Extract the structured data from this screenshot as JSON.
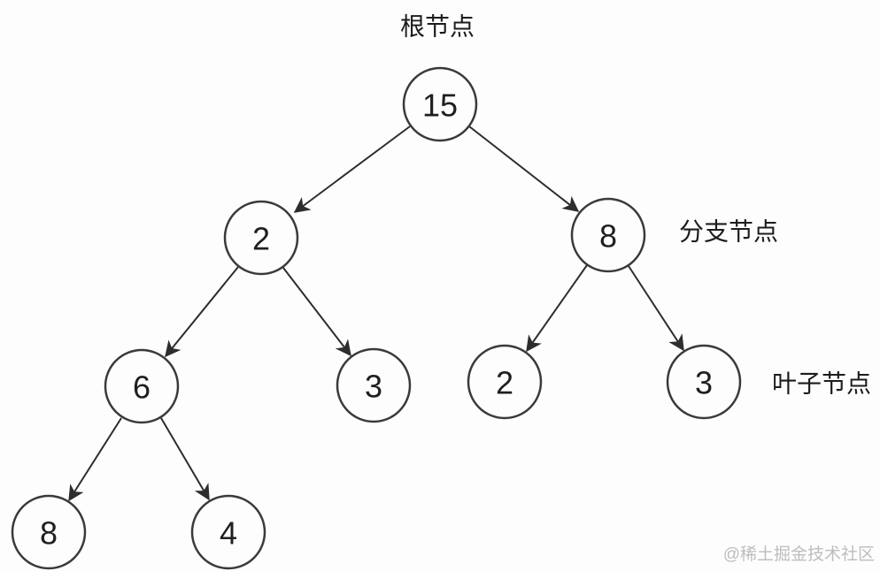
{
  "diagram": {
    "type": "binary-tree",
    "labels": {
      "root": "根节点",
      "branch": "分支节点",
      "leaf": "叶子节点"
    },
    "watermark": "@稀土掘金技术社区",
    "nodes": [
      {
        "id": "root",
        "value": "15",
        "role": "root"
      },
      {
        "id": "L",
        "value": "2",
        "role": "branch"
      },
      {
        "id": "R",
        "value": "8",
        "role": "branch"
      },
      {
        "id": "LL",
        "value": "6",
        "role": "branch"
      },
      {
        "id": "LR",
        "value": "3",
        "role": "leaf"
      },
      {
        "id": "RL",
        "value": "2",
        "role": "leaf"
      },
      {
        "id": "RR",
        "value": "3",
        "role": "leaf"
      },
      {
        "id": "LLL",
        "value": "8",
        "role": "leaf"
      },
      {
        "id": "LLR",
        "value": "4",
        "role": "leaf"
      }
    ],
    "edges": [
      [
        "root",
        "L"
      ],
      [
        "root",
        "R"
      ],
      [
        "L",
        "LL"
      ],
      [
        "L",
        "LR"
      ],
      [
        "R",
        "RL"
      ],
      [
        "R",
        "RR"
      ],
      [
        "LL",
        "LLL"
      ],
      [
        "LL",
        "LLR"
      ]
    ],
    "colors": {
      "node_stroke": "#3a3a3a",
      "edge_stroke": "#2d2d2d",
      "text": "#1f1f1f",
      "watermark": "#bdbdbd",
      "background": "#fdfdfd"
    }
  }
}
